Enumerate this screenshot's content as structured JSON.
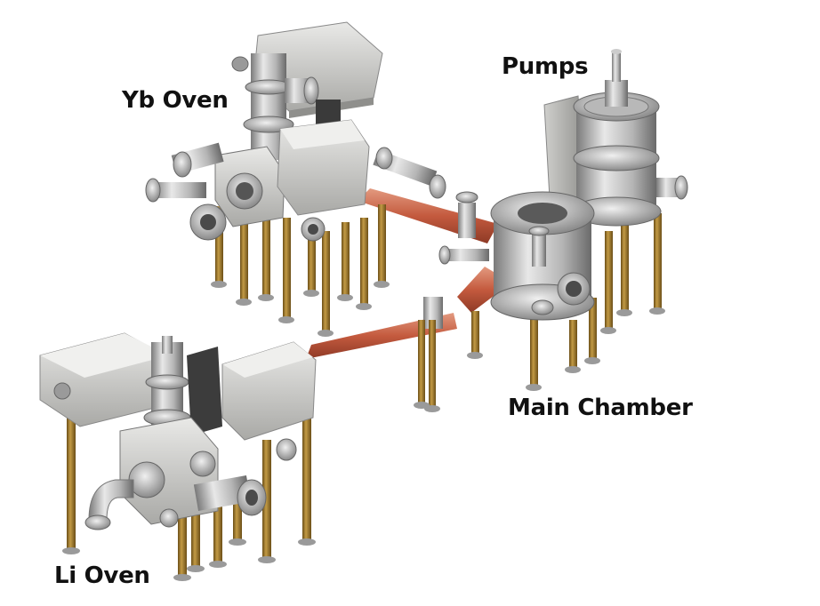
{
  "labels": {
    "yb_oven": "Yb Oven",
    "pumps": "Pumps",
    "main_chamber": "Main Chamber",
    "li_oven": "Li Oven"
  },
  "colors": {
    "steel_light": "#dcdcdc",
    "steel_mid": "#a9a9a9",
    "steel_dark": "#6e6e6e",
    "brass": "#a07a2e",
    "copper_tube": "#c8684d",
    "dark_panel": "#3c3c3c"
  }
}
